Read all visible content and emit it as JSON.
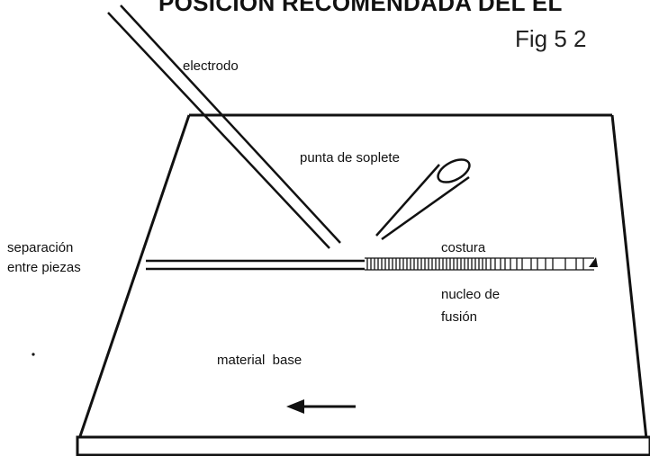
{
  "title": "POSICION RECOMENDADA DEL EL",
  "figure_label": "Fig 5 2",
  "labels": {
    "electrode": "electrodo",
    "torch_tip": "punta de soplete",
    "gap_line1": "separación",
    "gap_line2": "entre piezas",
    "seam": "costura",
    "fusion_line1": "nucleo de",
    "fusion_line2": "fusión",
    "base_material": "material  base"
  },
  "colors": {
    "ink": "#111111",
    "background": "#ffffff"
  }
}
